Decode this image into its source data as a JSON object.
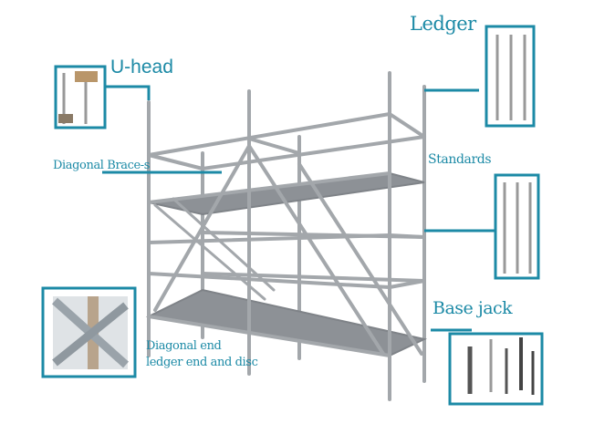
{
  "labels": {
    "ledger": "Ledger",
    "u_head": "U-head",
    "diagonal_brace": "Diagonal Brace-s",
    "standards": "Standards",
    "base_jack": "Base jack",
    "diagonal_end_line1": "Diagonal end",
    "diagonal_end_line2": "ledger end and disc"
  },
  "colors": {
    "accent": "#1c8aa6",
    "steel": "#9a9ea3"
  }
}
